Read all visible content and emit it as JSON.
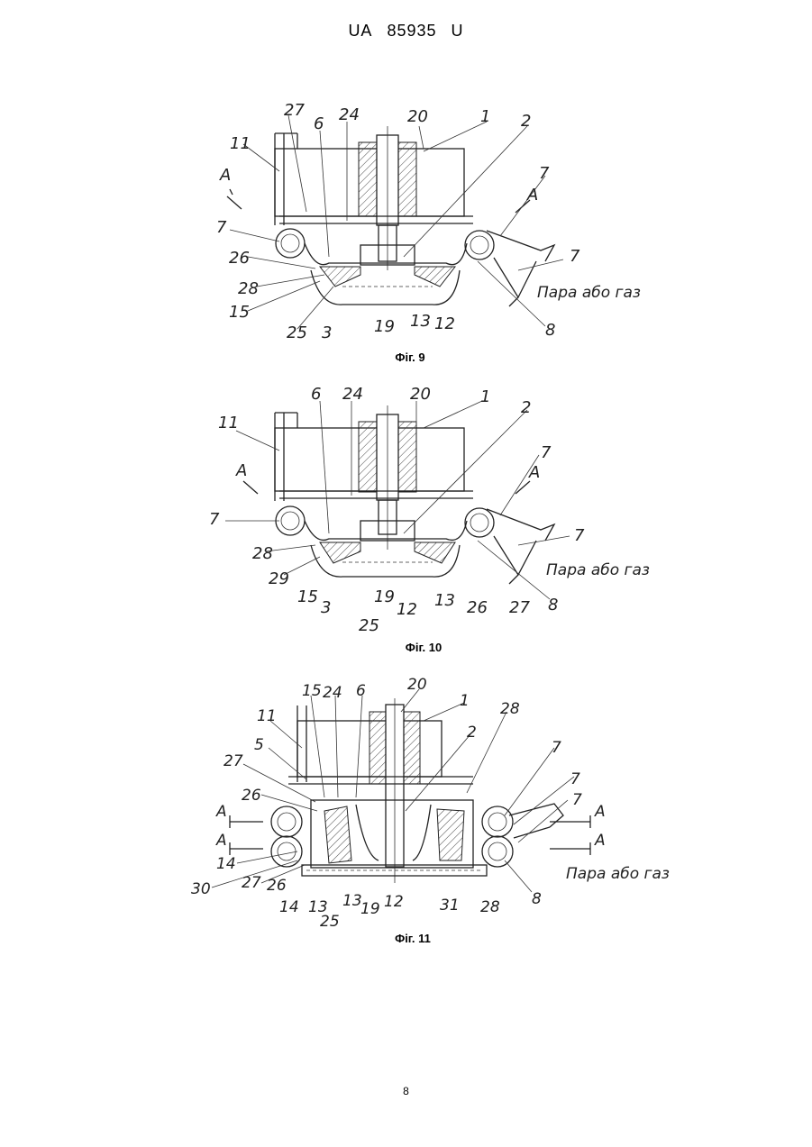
{
  "header": {
    "doc_prefix": "UA",
    "doc_number": "85935",
    "doc_kind": "U"
  },
  "page_number": "8",
  "figures": [
    {
      "caption": "Фіг. 9",
      "annotation": "Пара або газ",
      "section_marker": "A",
      "labels": [
        "27",
        "6",
        "24",
        "20",
        "1",
        "2",
        "11",
        "A",
        "A",
        "7",
        "7",
        "7",
        "26",
        "28",
        "15",
        "25",
        "3",
        "19",
        "13",
        "12",
        "8"
      ]
    },
    {
      "caption": "Фіг. 10",
      "annotation": "Пара або газ",
      "section_marker": "A",
      "labels": [
        "6",
        "24",
        "20",
        "1",
        "2",
        "11",
        "A",
        "A",
        "7",
        "7",
        "7",
        "28",
        "29",
        "15",
        "3",
        "25",
        "19",
        "12",
        "13",
        "26",
        "27",
        "8"
      ]
    },
    {
      "caption": "Фіг. 11",
      "annotation": "Пара або газ",
      "section_marker": "A",
      "labels": [
        "15",
        "24",
        "6",
        "20",
        "1",
        "28",
        "11",
        "5",
        "2",
        "7",
        "27",
        "7",
        "26",
        "7",
        "A",
        "A",
        "A",
        "A",
        "14",
        "30",
        "27",
        "26",
        "14",
        "13",
        "13",
        "19",
        "12",
        "31",
        "28",
        "8",
        "25"
      ]
    }
  ]
}
